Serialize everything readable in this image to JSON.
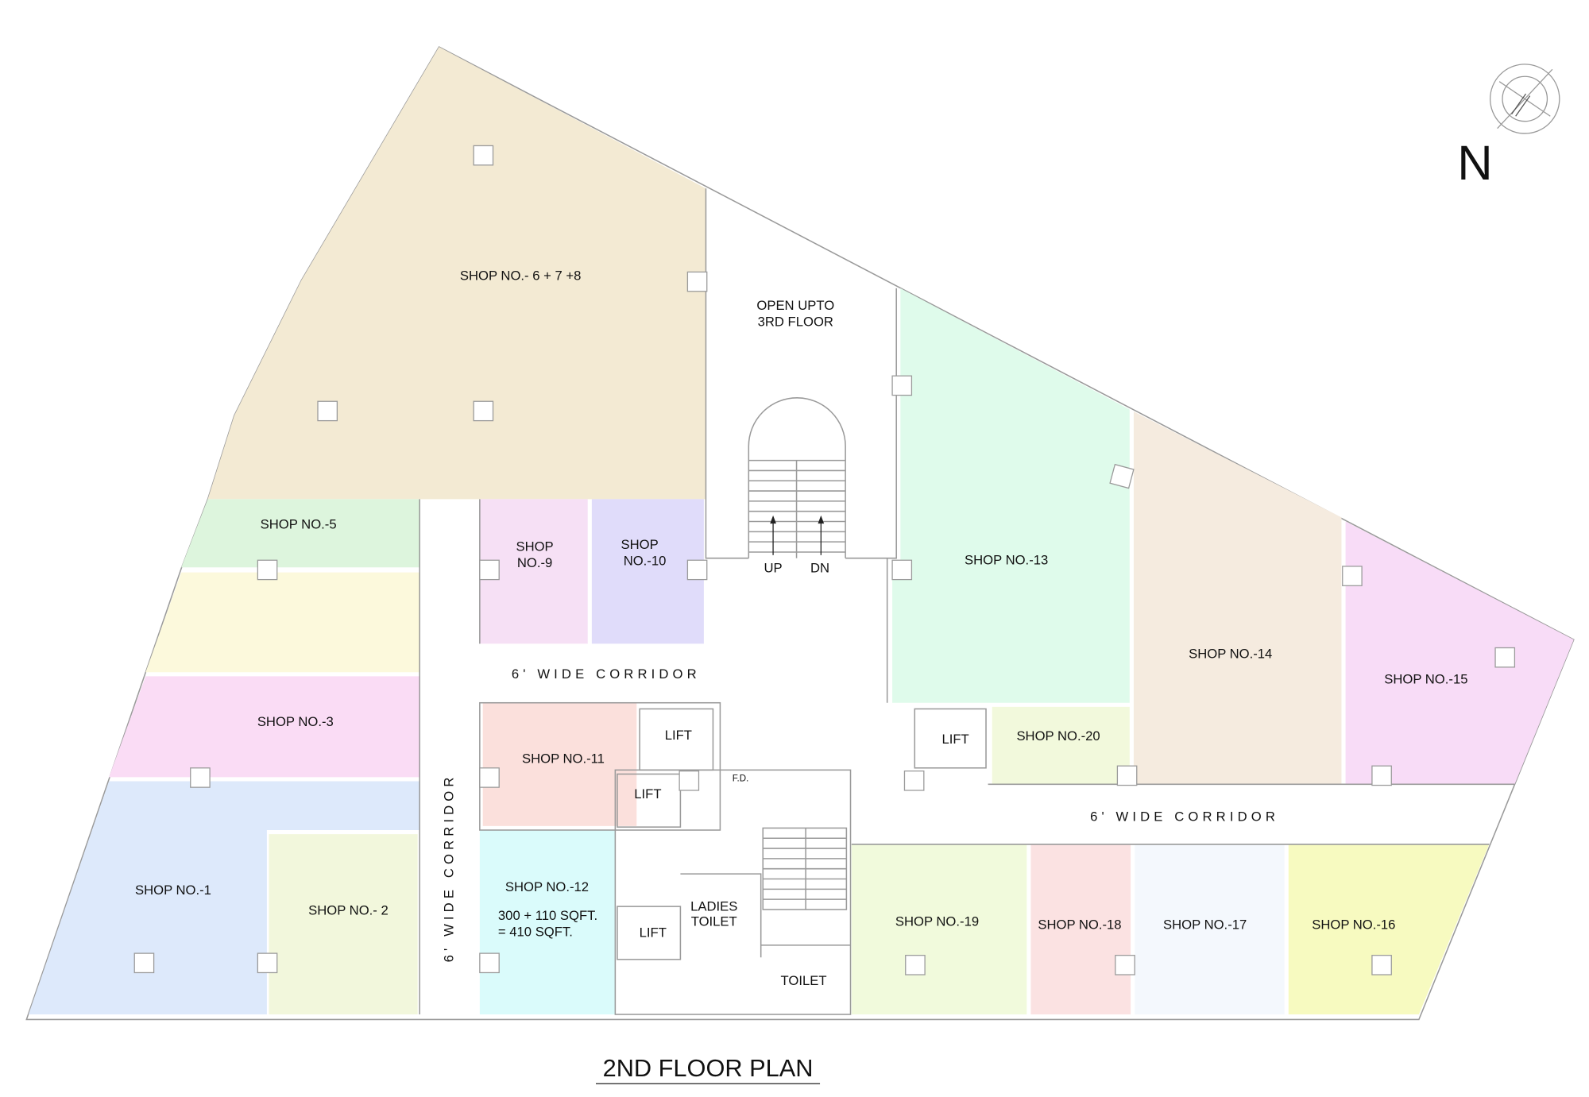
{
  "title": "2ND FLOOR PLAN",
  "north_label": "N",
  "rooms": {
    "shop_6_7_8": "SHOP NO.- 6 + 7 +8",
    "open_line1": "OPEN UPTO",
    "open_line2": "3RD FLOOR",
    "shop_5": "SHOP NO.-5",
    "shop_3": "SHOP NO.-3",
    "shop_1": "SHOP NO.-1",
    "shop_2": "SHOP NO.- 2",
    "shop_9_line1": "SHOP",
    "shop_9_line2": "NO.-9",
    "shop_10_line1": "SHOP",
    "shop_10_line2": "NO.-10",
    "shop_11": "SHOP NO.-11",
    "shop_12": "SHOP NO.-12",
    "shop_12_area1": "300 + 110 SQFT.",
    "shop_12_area2": "= 410 SQFT.",
    "shop_13": "SHOP NO.-13",
    "shop_14": "SHOP NO.-14",
    "shop_15": "SHOP NO.-15",
    "shop_16": "SHOP NO.-16",
    "shop_17": "SHOP NO.-17",
    "shop_18": "SHOP NO.-18",
    "shop_19": "SHOP NO.-19",
    "shop_20": "SHOP NO.-20",
    "lift": "LIFT",
    "fd": "F.D.",
    "ladies_toilet_1": "LADIES",
    "ladies_toilet_2": "TOILET",
    "toilet": "TOILET",
    "up": "UP",
    "dn": "DN",
    "corridor_h": "6' WIDE CORRIDOR",
    "corridor_v": "6' WIDE CORRIDOR"
  },
  "colors": {
    "shop_6_7_8": "#f3ead3",
    "shop_5": "#ddf5dd",
    "unlabeled_yellow": "#fcf9dc",
    "shop_3": "#fadcf5",
    "shop_1": "#dde9fb",
    "shop_2": "#f2f7dc",
    "shop_9": "#f6e0f5",
    "shop_10": "#e0dcfa",
    "shop_11": "#fbe0dc",
    "shop_12": "#dafbfb",
    "shop_13": "#dffbeb",
    "shop_14": "#f5ebdf",
    "shop_15": "#f8dcf7",
    "shop_16": "#f7fac0",
    "shop_17": "#f4f8fd",
    "shop_18": "#fbe2e2",
    "shop_19": "#f1fadc",
    "shop_20": "#f2f9dc"
  }
}
